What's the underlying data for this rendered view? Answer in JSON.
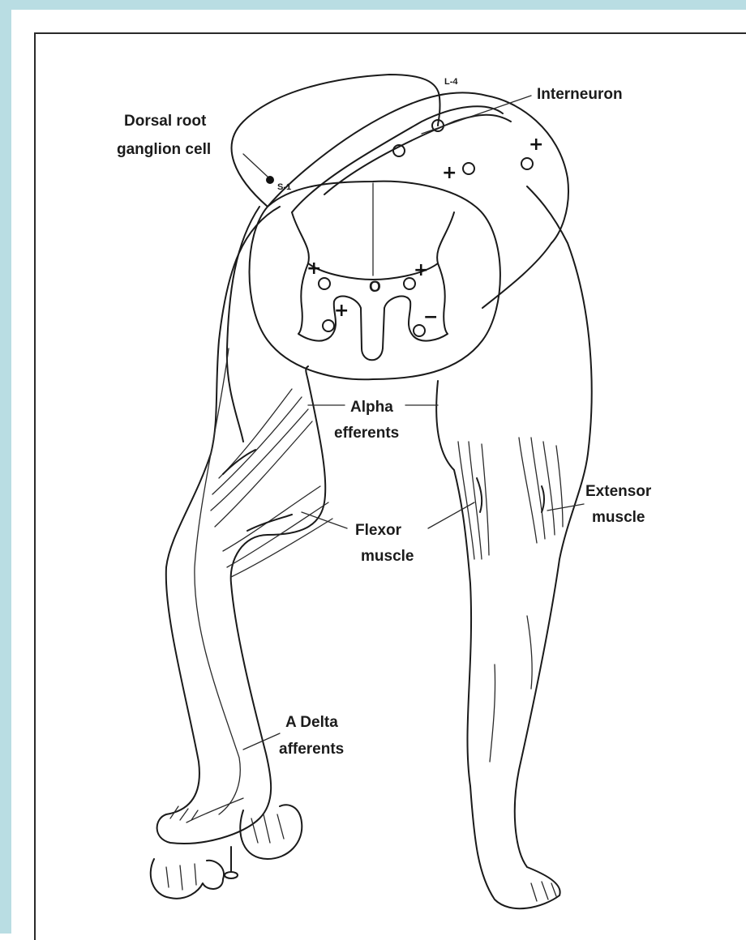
{
  "labels": {
    "dorsal_root_line1": "Dorsal root",
    "dorsal_root_line2": "ganglion cell",
    "s1": "S-1",
    "l4": "L-4",
    "interneuron": "Interneuron",
    "alpha_line1": "Alpha",
    "alpha_line2": "efferents",
    "flexor_line1": "Flexor",
    "flexor_line2": "muscle",
    "extensor_line1": "Extensor",
    "extensor_line2": "muscle",
    "adelta_line1": "A Delta",
    "adelta_line2": "afferents"
  },
  "signs": {
    "plus": "+",
    "minus": "−",
    "central_canal": "O"
  },
  "colors": {
    "frame_border": "#b9dde3",
    "ink": "#1a1a1a",
    "paper": "#ffffff"
  }
}
